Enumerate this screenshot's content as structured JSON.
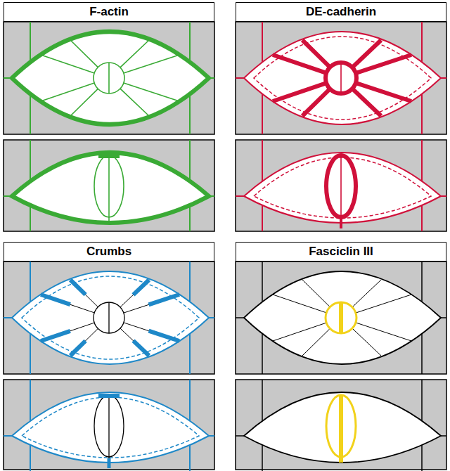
{
  "diagram": {
    "nodes": [
      {
        "text": [
          "F-actin"
        ]
      },
      {
        "text": [
          "DE-cadherin"
        ]
      },
      {
        "text": [
          "Crumbs"
        ]
      },
      {
        "text": [
          "Fasciclin III"
        ]
      }
    ]
  }
}
